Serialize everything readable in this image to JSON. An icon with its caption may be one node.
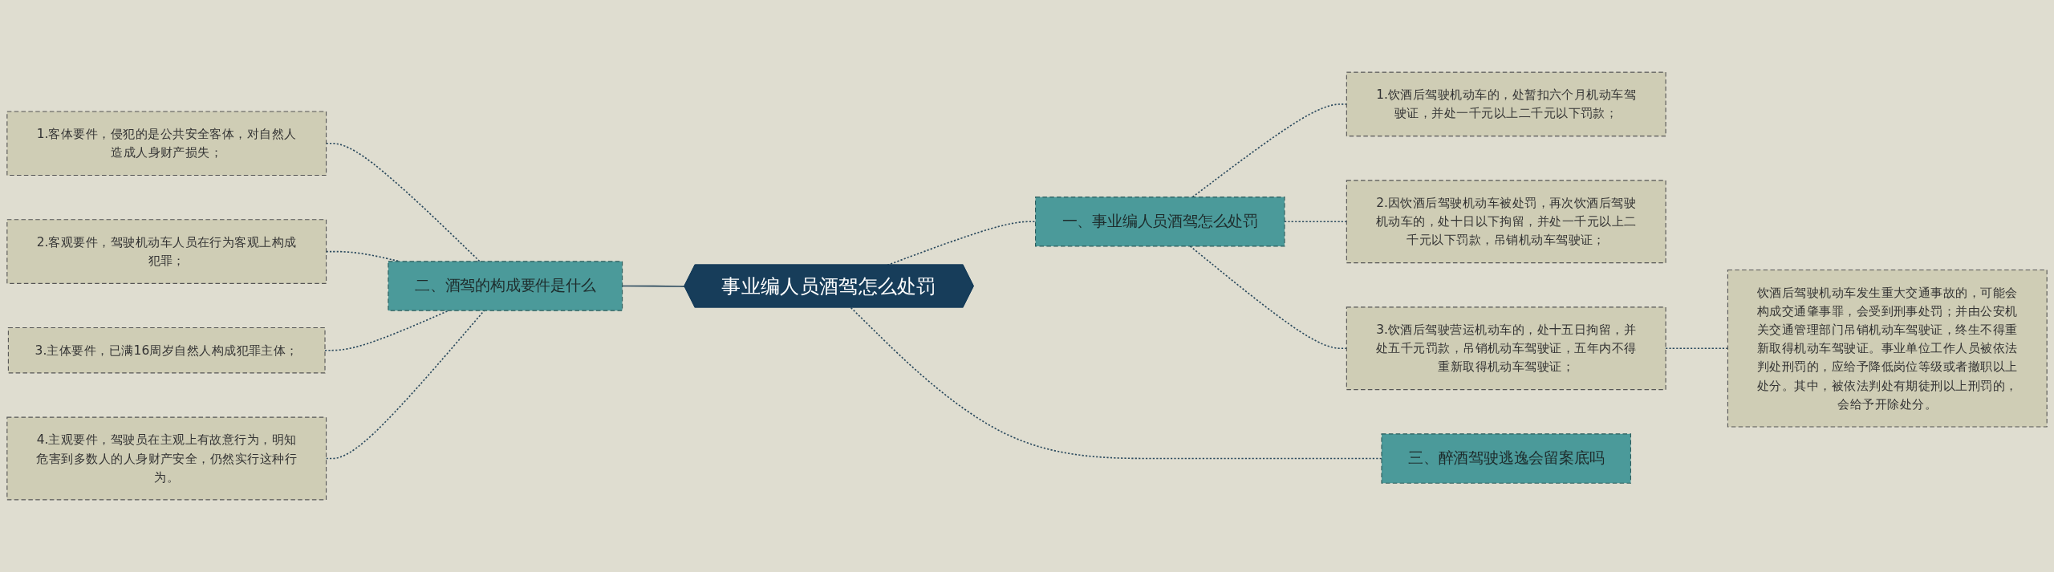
{
  "diagram": {
    "nodes": [
      {
        "text": [
          "事业编人员酒驾怎么处罚"
        ]
      },
      {
        "text": [
          "一、事业编人员酒驾怎么处罚"
        ]
      },
      {
        "text": [
          "1.饮酒后驾驶机动车的，处暂扣六个月机动车驾驶证，并处一千元以上二千元以下罚款；"
        ]
      },
      {
        "text": [
          "2.因饮酒后驾驶机动车被处罚，再次饮酒后驾驶机动车的，处十日以下拘留，并处一千元以上二千元以下罚款，吊销机动车驾驶证；"
        ]
      },
      {
        "text": [
          "3.饮酒后驾驶营运机动车的，处十五日拘留，并处五千元罚款，吊销机动车驾驶证，五年内不得重新取得机动车驾驶证；"
        ]
      },
      {
        "text": [
          "饮酒后驾驶机动车发生重大交通事故的，可能会构成交通肇事罪，会受到刑事处罚；并由公安机关交通管理部门吊销机动车驾驶证，终生不得重新取得机动车驾驶证。事业单位工作人员被依法判处刑罚的，应给予降低岗位等级或者撤职以上处分。其中，被依法判处有期徒刑以上刑罚的，会给予开除处分。"
        ]
      },
      {
        "text": [
          "三、醉酒驾驶逃逸会留案底吗"
        ]
      },
      {
        "text": [
          "二、酒驾的构成要件是什么"
        ]
      },
      {
        "text": [
          "1.客体要件，侵犯的是公共安全客体，对自然人造成人身财产损失；"
        ]
      },
      {
        "text": [
          "2.客观要件，驾驶机动车人员在行为客观上构成犯罪；"
        ]
      },
      {
        "text": [
          "3.主体要件，已满16周岁自然人构成犯罪主体；"
        ]
      },
      {
        "text": [
          "4.主观要件，驾驶员在主观上有故意行为，明知危害到多数人的人身财产安全，仍然实行这种行为。"
        ]
      }
    ],
    "edges": [
      {
        "from": 0,
        "to": 1,
        "arrow": "none",
        "style": "dashed"
      },
      {
        "from": 1,
        "to": 2,
        "arrow": "none",
        "style": "dashed"
      },
      {
        "from": 1,
        "to": 3,
        "arrow": "none",
        "style": "dashed"
      },
      {
        "from": 1,
        "to": 4,
        "arrow": "none",
        "style": "dashed"
      },
      {
        "from": 4,
        "to": 5,
        "arrow": "none",
        "style": "dashed"
      },
      {
        "from": 0,
        "to": 6,
        "arrow": "none",
        "style": "dashed"
      },
      {
        "from": 0,
        "to": 7,
        "arrow": "none"
      },
      {
        "from": 7,
        "to": 8,
        "arrow": "none",
        "style": "dashed"
      },
      {
        "from": 7,
        "to": 9,
        "arrow": "none",
        "style": "dashed"
      },
      {
        "from": 7,
        "to": 10,
        "arrow": "none",
        "style": "dashed"
      },
      {
        "from": 7,
        "to": 11,
        "arrow": "none",
        "style": "dashed"
      }
    ]
  }
}
